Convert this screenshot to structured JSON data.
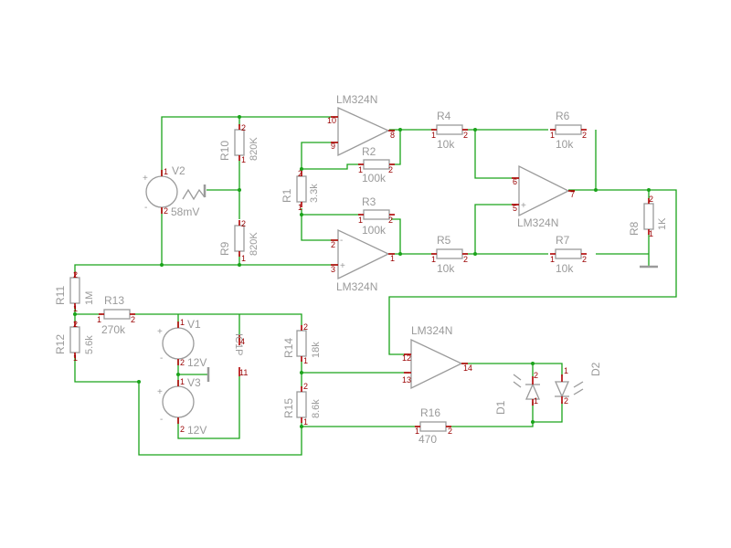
{
  "opamps": [
    {
      "name": "LM324N",
      "pin_out": "8",
      "pin_inv": "9",
      "pin_noninv": "10"
    },
    {
      "name": "LM324N",
      "pin_out": "1",
      "pin_inv": "2",
      "pin_noninv": "3"
    },
    {
      "name": "LM324N",
      "pin_out": "7",
      "pin_inv": "6",
      "pin_noninv": "5"
    },
    {
      "name": "LM324N",
      "pin_out": "14",
      "pin_inv": "12",
      "pin_noninv": "13"
    }
  ],
  "resistors": [
    {
      "ref": "R1",
      "value": "3.3k"
    },
    {
      "ref": "R2",
      "value": "100k"
    },
    {
      "ref": "R3",
      "value": "100k"
    },
    {
      "ref": "R4",
      "value": "10k"
    },
    {
      "ref": "R5",
      "value": "10k"
    },
    {
      "ref": "R6",
      "value": "10k"
    },
    {
      "ref": "R7",
      "value": "10k"
    },
    {
      "ref": "R8",
      "value": "1K"
    },
    {
      "ref": "R9",
      "value": "820K"
    },
    {
      "ref": "R10",
      "value": "820K"
    },
    {
      "ref": "R11",
      "value": "1M"
    },
    {
      "ref": "R12",
      "value": "5.6k"
    },
    {
      "ref": "R13",
      "value": "270k"
    },
    {
      "ref": "R14",
      "value": "18k"
    },
    {
      "ref": "R15",
      "value": "8.6k"
    },
    {
      "ref": "R16",
      "value": "470"
    }
  ],
  "sources": [
    {
      "ref": "V2",
      "value": "58mV"
    },
    {
      "ref": "V1",
      "value": "12V"
    },
    {
      "ref": "V3",
      "value": "12V"
    }
  ],
  "diodes": [
    {
      "ref": "D1"
    },
    {
      "ref": "D2"
    }
  ],
  "ic_power": {
    "ref": "IC1P",
    "pin_vcc": "4",
    "pin_gnd": "11"
  },
  "pins": {
    "one": "1",
    "two": "2",
    "plus": "+",
    "minus": "-"
  }
}
